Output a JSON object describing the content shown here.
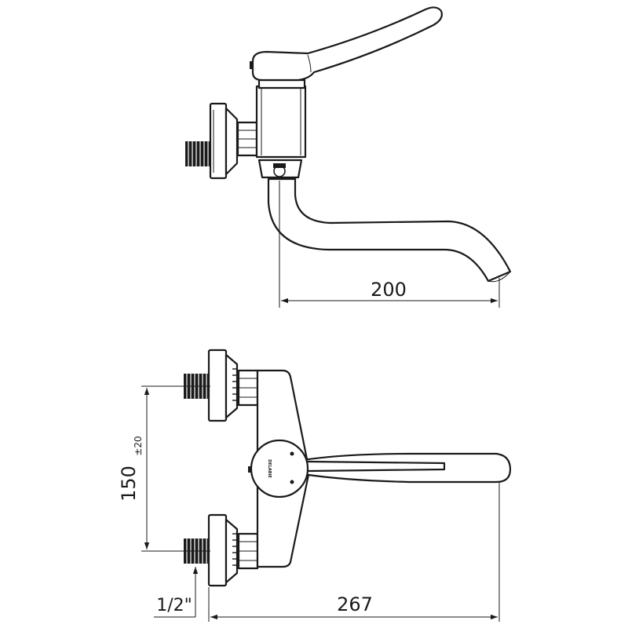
{
  "drawing": {
    "side_view": {
      "spout_reach_dimension": "200"
    },
    "front_view": {
      "centre_distance_dimension": "150",
      "centre_distance_tolerance": "±20",
      "thread_size": "1/2\"",
      "overall_length_dimension": "267",
      "logo_text": "DELABIE"
    }
  }
}
